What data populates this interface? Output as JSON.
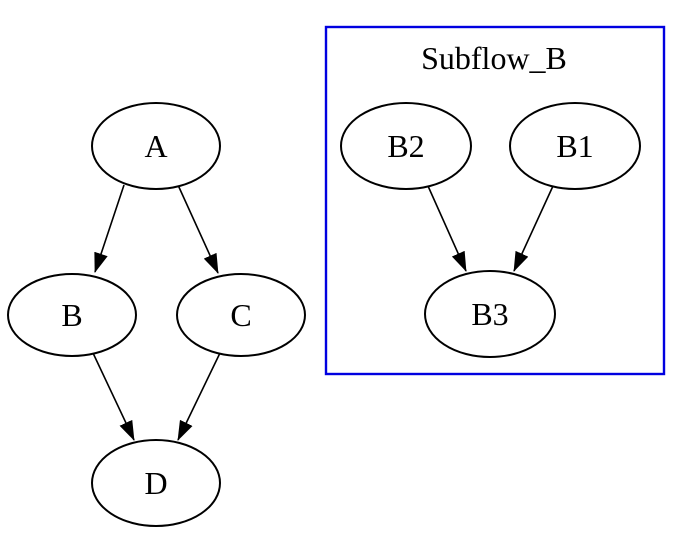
{
  "diagram": {
    "type": "directed-graph",
    "background": "#ffffff",
    "colors": {
      "node_fill": "#ffffff",
      "node_stroke": "#000000",
      "edge_stroke": "#000000",
      "label_text": "#000000",
      "cluster_border": "#0000e0"
    },
    "cluster": {
      "label": "Subflow_B",
      "members": [
        "B2",
        "B1",
        "B3"
      ]
    },
    "nodes": {
      "A": {
        "label": "A"
      },
      "B": {
        "label": "B"
      },
      "C": {
        "label": "C"
      },
      "D": {
        "label": "D"
      },
      "B2": {
        "label": "B2"
      },
      "B1": {
        "label": "B1"
      },
      "B3": {
        "label": "B3"
      }
    },
    "edges": [
      {
        "from": "A",
        "to": "B"
      },
      {
        "from": "A",
        "to": "C"
      },
      {
        "from": "B",
        "to": "D"
      },
      {
        "from": "C",
        "to": "D"
      },
      {
        "from": "B2",
        "to": "B3"
      },
      {
        "from": "B1",
        "to": "B3"
      }
    ]
  }
}
